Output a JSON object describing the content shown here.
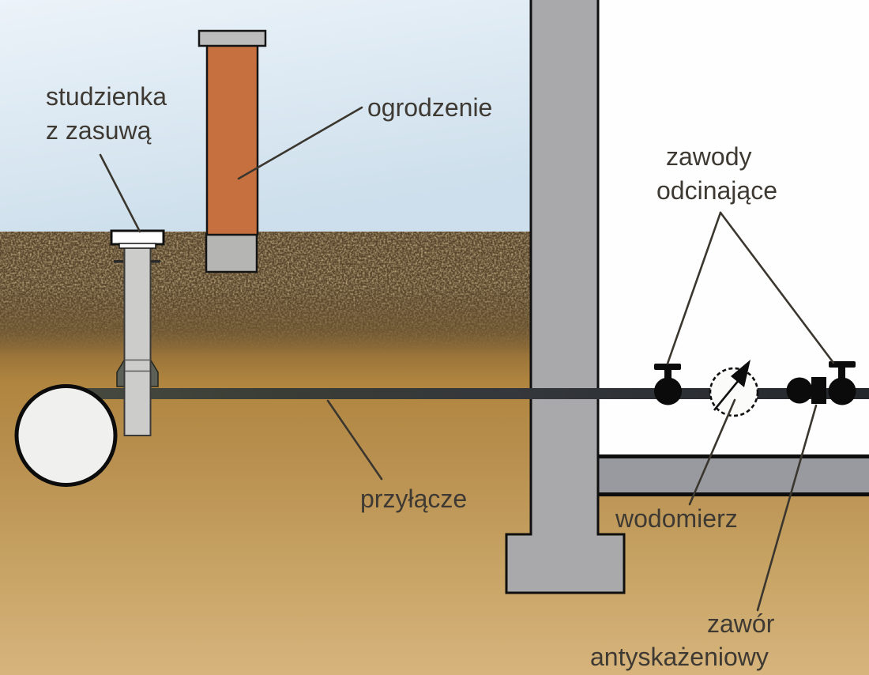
{
  "labels": {
    "manhole": {
      "line1": "studzienka",
      "line2": "z zasuwą"
    },
    "fence": {
      "text": "ogrodzenie"
    },
    "shutoff_valves": {
      "line1": "zawody",
      "line2": "odcinające"
    },
    "service_pipe": {
      "text": "przyłącze"
    },
    "water_meter": {
      "text": "wodomierz"
    },
    "backflow_valve": {
      "line1": "zawór",
      "line2": "antyskażeniowy"
    }
  },
  "symbols": {
    "shutoff_valve_icon": "filled circle with T-handle stem",
    "water_meter_icon": "dashed white circle with diagonal arrow pointer",
    "backflow_valve_icon": "filled circle joined to filled square",
    "water_main_icon": "large outlined circle (pipe cross-section)",
    "gate_valve_icon": "gray shaft with trapezoid valve body and surface cap"
  },
  "colors": {
    "sky_top": "#ecf3f9",
    "sky_bottom": "#cddfec",
    "topsoil_dark": "#53412a",
    "soil_ochre": "#b0853f",
    "soil_sand": "#d6b47c",
    "wall_gray": "#a9a9ab",
    "slab_gray": "#989aa0",
    "fence_orange": "#c7703f",
    "fence_cap_gray": "#bcbcbc",
    "pipe_dark": "#34373b",
    "shaft_gray": "#cccccb",
    "valve_black": "#0b0b0b",
    "main_circle_fill": "#f0f0ee",
    "label_text": "#3e3a33"
  }
}
